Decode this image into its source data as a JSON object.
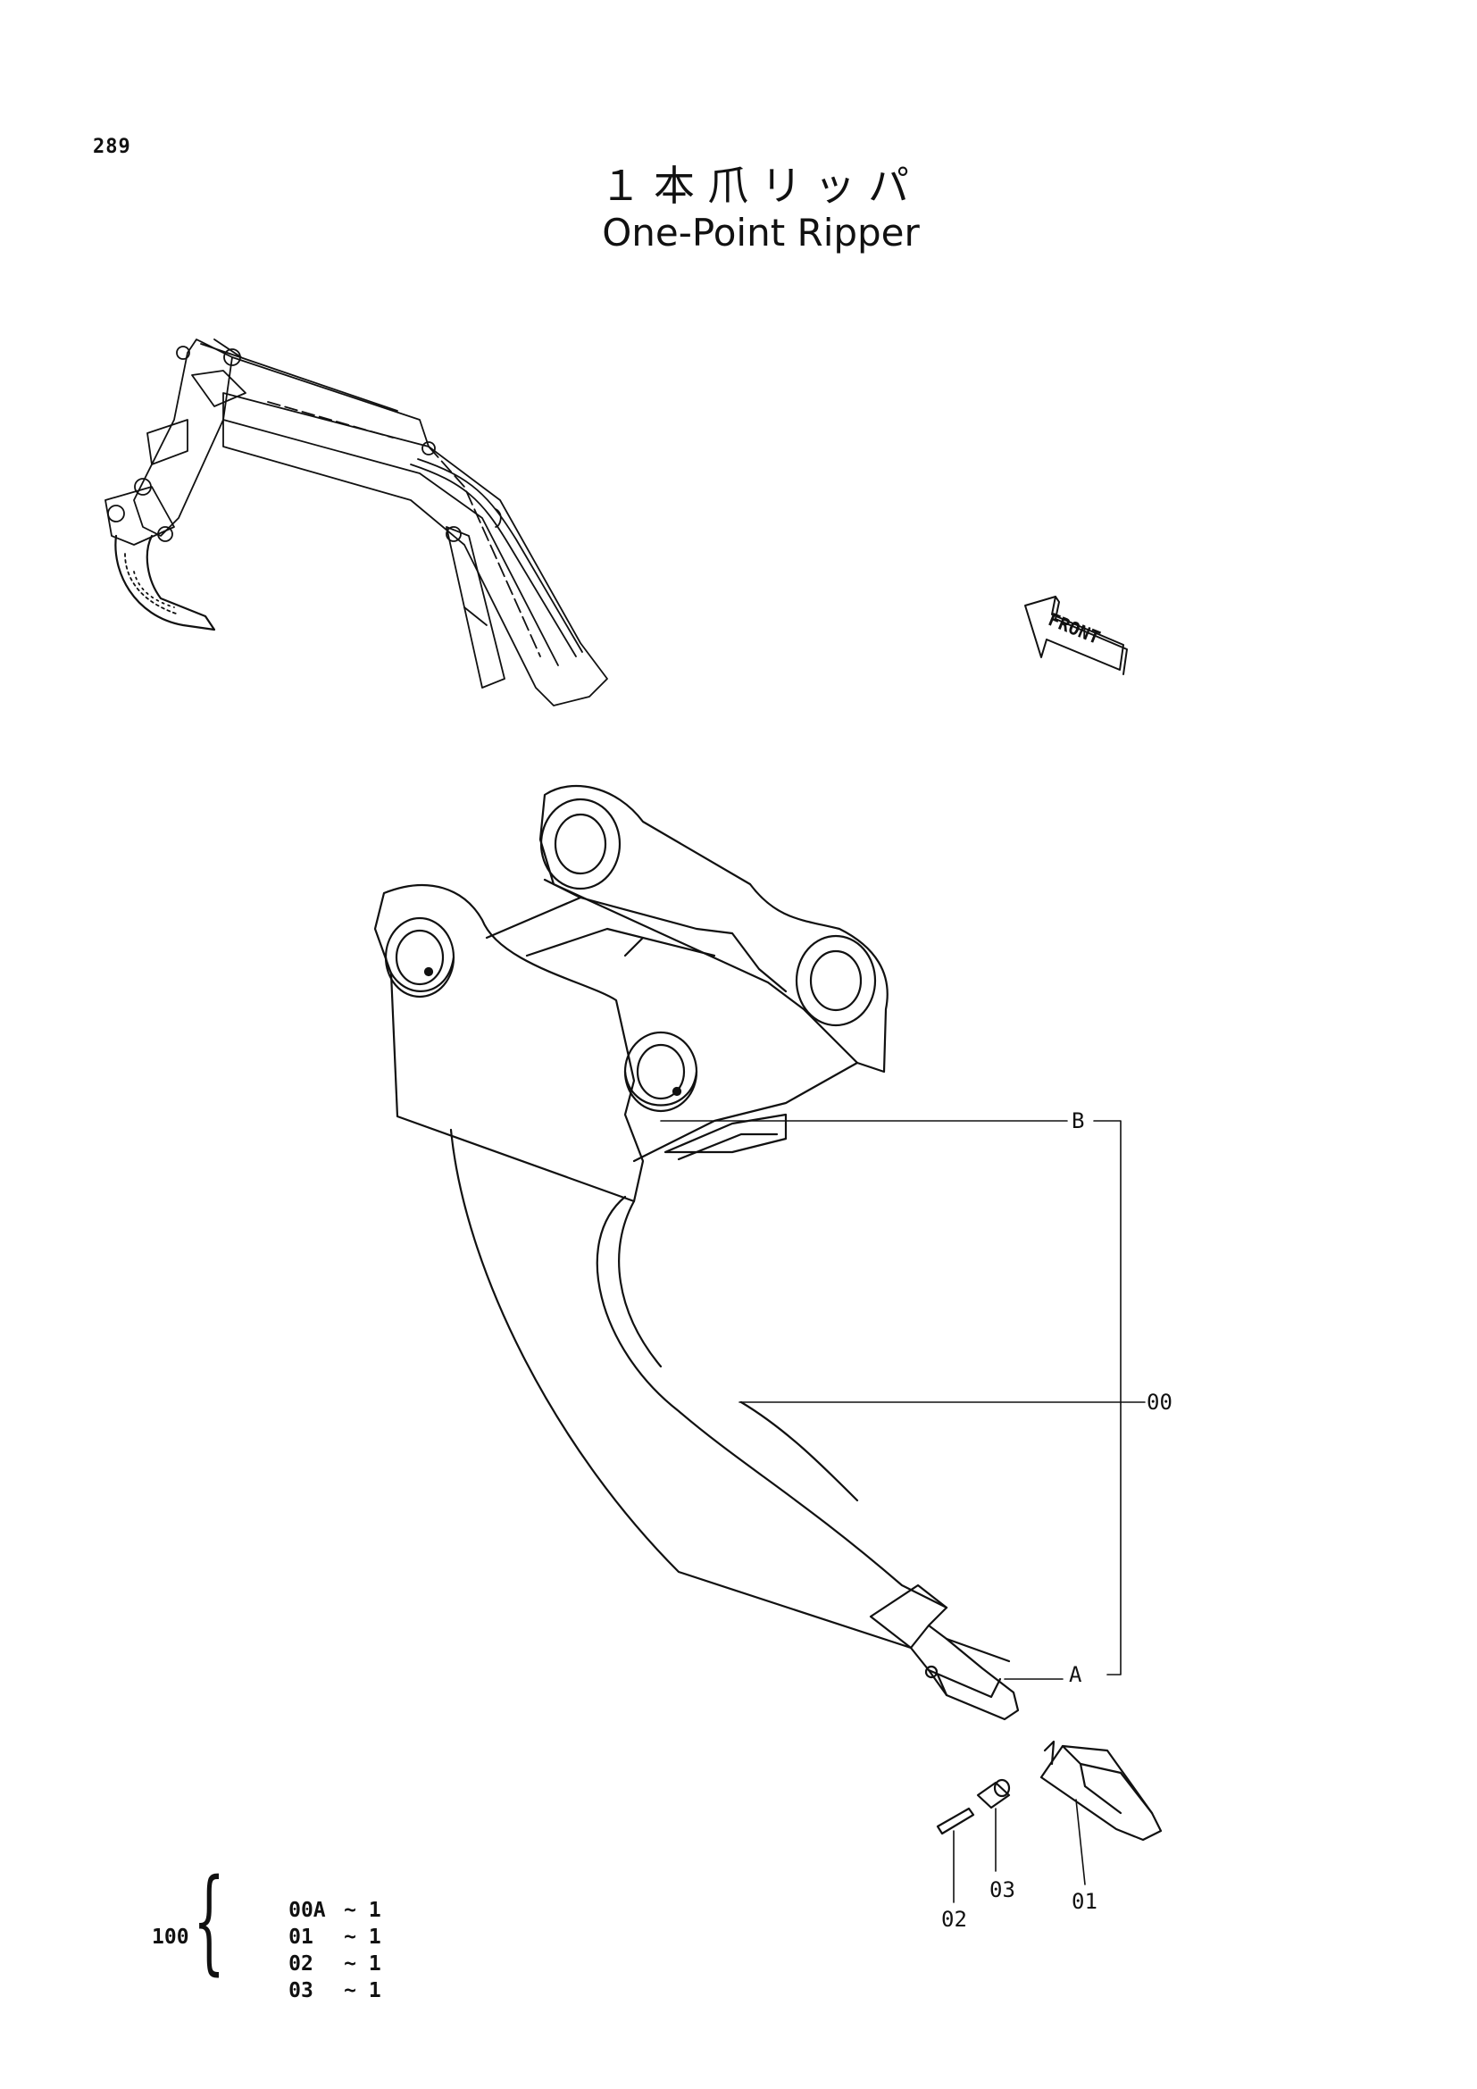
{
  "page": {
    "number": "289",
    "title_jp": "１本爪リッパ",
    "title_en": "One-Point Ripper"
  },
  "overview": {
    "front_label": "FRONT"
  },
  "callouts": {
    "b": "B",
    "a": "A",
    "main": "00",
    "p01": "01",
    "p02": "02",
    "p03": "03"
  },
  "assembly": {
    "number": "100",
    "items": [
      {
        "code": "00A",
        "sep": "~",
        "qty": "1"
      },
      {
        "code": "01",
        "sep": "~",
        "qty": "1"
      },
      {
        "code": "02",
        "sep": "~",
        "qty": "1"
      },
      {
        "code": "03",
        "sep": "~",
        "qty": "1"
      }
    ]
  }
}
